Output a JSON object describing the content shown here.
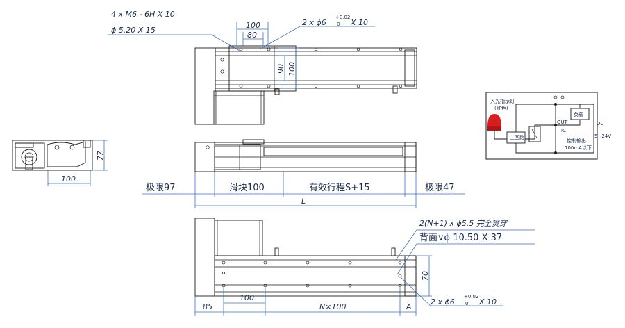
{
  "top_view": {
    "tap_holes": "4 x  M6 - 6H X 10",
    "bore": "ϕ 5.20 X 15",
    "pin_holes_prefix": "2 x ϕ6",
    "pin_tol_upper": "+0.02",
    "pin_tol_lower": "0",
    "pin_holes_suffix": "X 10",
    "dim_100": "100",
    "dim_80": "80",
    "dim_90": "90",
    "dim_100_v": "100"
  },
  "end_view": {
    "height": "77",
    "width": "100"
  },
  "side_view": {
    "limit_left": "极限97",
    "slider": "滑块100",
    "stroke": "有效行程S+15",
    "limit_right": "极限47",
    "total_length": "L"
  },
  "bottom_view": {
    "through_holes": "2(N+1) x ϕ5.5 完全贯穿",
    "counterbore": "背面∨ϕ 10.50 X 37",
    "dim_70": "70",
    "dim_85": "85",
    "dim_100": "100",
    "dim_nx100": "N×100",
    "dim_a": "A",
    "pin_holes_prefix": "2 x ϕ6",
    "pin_tol_upper": "+0.02",
    "pin_tol_lower": "0",
    "pin_holes_suffix": "X 10"
  },
  "wiring": {
    "lamp_label": "入光指示灯",
    "lamp_color": "(红色)",
    "load": "负载",
    "main_circuit": "主回路",
    "out": "OUT",
    "ic": "IC",
    "dc": "DC",
    "voltage": "5~24V",
    "control_output": "控制输出",
    "current": "100mA以下",
    "lamp_hex": "#d81e1e"
  }
}
